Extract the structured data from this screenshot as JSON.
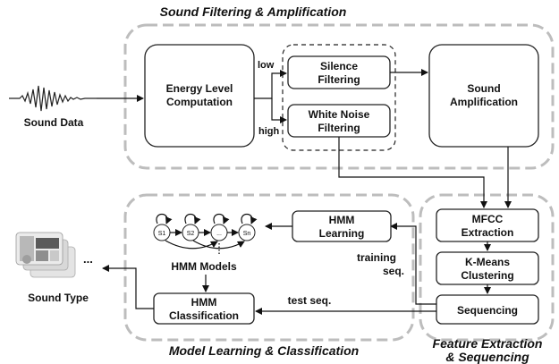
{
  "titles": {
    "top": "Sound Filtering & Amplification",
    "bottom_left": "Model Learning & Classification",
    "bottom_right_line1": "Feature Extraction",
    "bottom_right_line2": "& Sequencing"
  },
  "inputs": {
    "sound_data": "Sound Data"
  },
  "boxes": {
    "energy_line1": "Energy Level",
    "energy_line2": "Computation",
    "silence_line1": "Silence",
    "silence_line2": "Filtering",
    "noise_line1": "White Noise",
    "noise_line2": "Filtering",
    "amp_line1": "Sound",
    "amp_line2": "Amplification",
    "mfcc_line1": "MFCC",
    "mfcc_line2": "Extraction",
    "kmeans_line1": "K-Means",
    "kmeans_line2": "Clustering",
    "sequencing": "Sequencing",
    "hmm_learn_line1": "HMM",
    "hmm_learn_line2": "Learning",
    "hmm_class_line1": "HMM",
    "hmm_class_line2": "Classification"
  },
  "labels": {
    "low": "low",
    "high": "high",
    "training_line1": "training",
    "training_line2": "seq.",
    "test_seq": "test seq.",
    "hmm_models": "HMM Models",
    "ellipsis": "...",
    "sound_type": "Sound Type"
  },
  "states": [
    "S1",
    "S2",
    "...",
    "Sn"
  ]
}
